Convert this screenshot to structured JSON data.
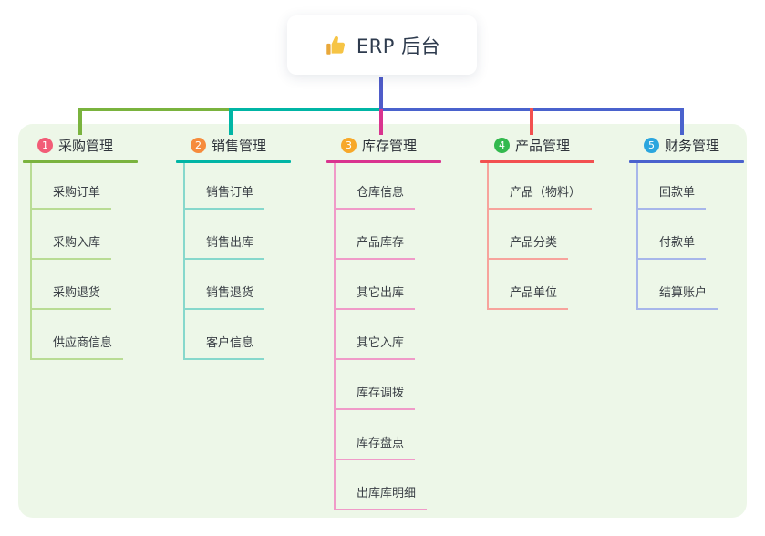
{
  "root": {
    "label": "ERP 后台",
    "icon": "thumbs-up-icon"
  },
  "panel_bg": "#edf7e8",
  "connectors": {
    "stem": "#4f5cc9",
    "green": "#7ab33e",
    "teal": "#00b5a5",
    "magenta": "#d9348f",
    "red": "#f25050",
    "blue": "#4a62cd"
  },
  "branches": [
    {
      "number": "1",
      "label": "采购管理",
      "badge_color": "#f25c77",
      "line_color": "#7ab33e",
      "child_line_color": "#b9dc94",
      "children": [
        "采购订单",
        "采购入库",
        "采购退货",
        "供应商信息"
      ]
    },
    {
      "number": "2",
      "label": "销售管理",
      "badge_color": "#f68b3c",
      "line_color": "#00b5a5",
      "child_line_color": "#86d8cc",
      "children": [
        "销售订单",
        "销售出库",
        "销售退货",
        "客户信息"
      ]
    },
    {
      "number": "3",
      "label": "库存管理",
      "badge_color": "#f7a829",
      "line_color": "#d9348f",
      "child_line_color": "#f09ac8",
      "children": [
        "仓库信息",
        "产品库存",
        "其它出库",
        "其它入库",
        "库存调拨",
        "库存盘点",
        "出库库明细"
      ]
    },
    {
      "number": "4",
      "label": "产品管理",
      "badge_color": "#33b94e",
      "line_color": "#f25050",
      "child_line_color": "#f7a39c",
      "children": [
        "产品（物料）",
        "产品分类",
        "产品单位"
      ]
    },
    {
      "number": "5",
      "label": "财务管理",
      "badge_color": "#2ba6de",
      "line_color": "#4a62cd",
      "child_line_color": "#a7b6ea",
      "children": [
        "回款单",
        "付款单",
        "结算账户"
      ]
    }
  ]
}
